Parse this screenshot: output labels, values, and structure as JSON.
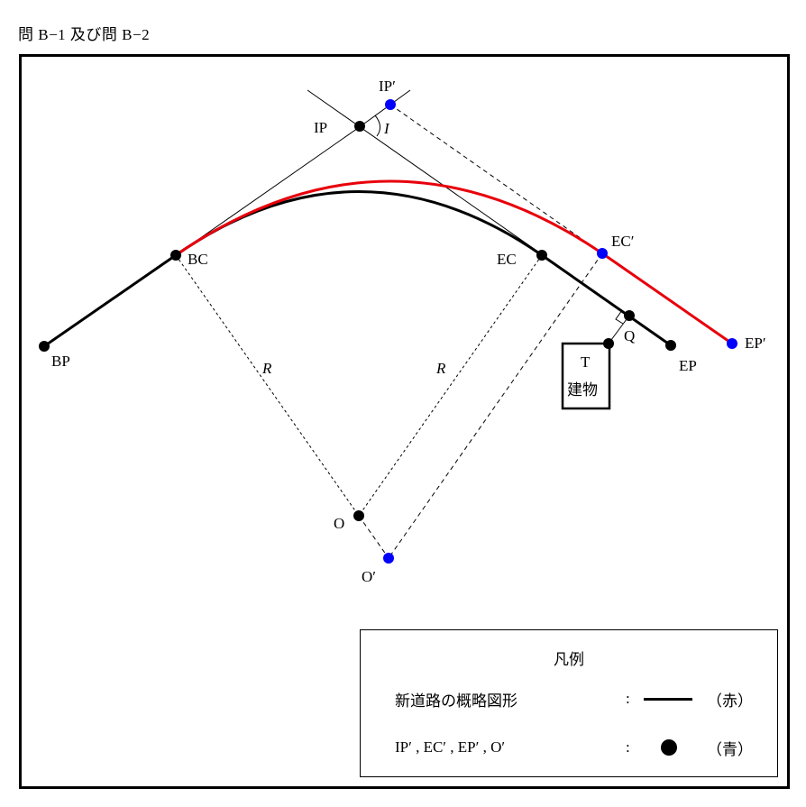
{
  "heading": "問 B−1 及び問 B−2",
  "points": {
    "ip": "IP",
    "ip_prime": "IP′",
    "angle": "I",
    "bc": "BC",
    "ec": "EC",
    "ec_prime": "EC′",
    "bp": "BP",
    "ep": "EP",
    "ep_prime": "EP′",
    "q": "Q",
    "t": "T",
    "o": "O",
    "o_prime": "O′",
    "radius_left": "R",
    "radius_right": "R"
  },
  "building_label": "建物",
  "legend": {
    "title": "凡例",
    "row1_label": "新道路の概略図形",
    "row1_colon": ":",
    "row1_color": "（赤）",
    "row2_label": "IP′ , EC′ , EP′ , O′",
    "row2_colon": ":",
    "row2_color": "（青）"
  },
  "colors": {
    "new_road": "#e8000b",
    "new_points": "#0000ff",
    "existing": "#000000"
  }
}
